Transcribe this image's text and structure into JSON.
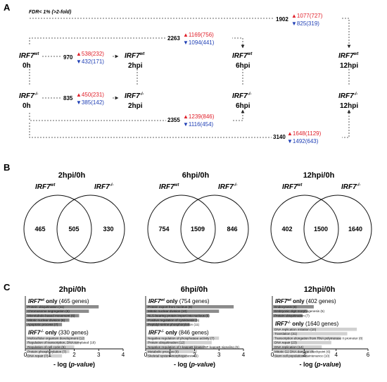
{
  "panels": {
    "A": "A",
    "B": "B",
    "C": "C"
  },
  "panel_a": {
    "fdr": "FDR< 1% (>2-fold)",
    "gene": "IRF7",
    "wt_sup": "wt",
    "ko_sup": "-/-",
    "times": [
      "0h",
      "2hpi",
      "6hpi",
      "12hpi"
    ],
    "wt_0_2": {
      "total": "970",
      "up": "538(232)",
      "down": "432(171)"
    },
    "ko_0_2": {
      "total": "835",
      "up": "450(231)",
      "down": "385(142)"
    },
    "wt_0_6": {
      "total": "2263",
      "up": "1169(756)",
      "down": "1094(441)"
    },
    "ko_0_6": {
      "total": "2355",
      "up": "1239(846)",
      "down": "1116(454)"
    },
    "wt_0_12": {
      "total": "1902",
      "up": "1077(727)",
      "down": "825(319)"
    },
    "ko_0_12": {
      "total": "3140",
      "up": "1648(1129)",
      "down": "1492(643)"
    },
    "colors": {
      "up": "#e0202a",
      "down": "#1f3fb5"
    }
  },
  "panel_b": {
    "venns": [
      {
        "title": "2hpi/0h",
        "left": "465",
        "mid": "505",
        "right": "330"
      },
      {
        "title": "6hpi/0h",
        "left": "754",
        "mid": "1509",
        "right": "846"
      },
      {
        "title": "12hpi/0h",
        "left": "402",
        "mid": "1500",
        "right": "1640"
      }
    ]
  },
  "chart_data": [
    {
      "type": "bar",
      "title": "2hpi/0h",
      "xlabel": "- log (p-value)",
      "xlim": [
        0,
        4
      ],
      "ticks": [
        "0",
        "1",
        "2",
        "3",
        "4"
      ],
      "groups": [
        {
          "label": "only (465 genes)",
          "categories": [
            "Protein ubiquitination (11)",
            "Chromosome segregation (6)",
            "Microtubule-based movement (6)",
            "Mitotic nuclear division (6)",
            "Apoptotic process (7)"
          ],
          "values": [
            3.0,
            2.6,
            2.2,
            1.8,
            1.5
          ]
        },
        {
          "label": "only (330 genes)",
          "categories": [
            "Multicellular organism development (12)",
            "Regulation of transcription, DNA-templated (18)",
            "Regulation of cell cycle (6)",
            "Protein phosphorylation (7)",
            "DNA repair (7)"
          ],
          "values": [
            2.4,
            2.2,
            2.0,
            1.8,
            1.5
          ]
        }
      ]
    },
    {
      "type": "bar",
      "title": "6hpi/0h",
      "xlabel": "- log (p-value)",
      "xlim": [
        0,
        4
      ],
      "ticks": [
        "0",
        "1",
        "2",
        "3",
        "4"
      ],
      "groups": [
        {
          "label": "only (754 genes)",
          "categories": [
            "Protein export from nucleus (8)",
            "Mitotic nuclear division (10)",
            "NLS-bearing protein import into nucleus (5)",
            "Positive regulation of cytokinesis (5)",
            "Peptidyl-serine phosphorylation (11)"
          ],
          "values": [
            3.6,
            3.0,
            2.6,
            2.1,
            1.8
          ]
        },
        {
          "label": "only (846 genes)",
          "categories": [
            "Negative regulation of phosphatase activity (7)",
            "Protein ubiquitination (12)",
            "Negative regulation of I-kappaB kinase/NF-kappaB signaling (5)",
            "Metabolic process (8)",
            "Skeletal system morphogenesis (5)"
          ],
          "values": [
            3.0,
            2.7,
            2.4,
            2.1,
            1.7
          ]
        }
      ]
    },
    {
      "type": "bar",
      "title": "12hpi/0h",
      "xlabel": "- log (p-value)",
      "xlim": [
        0,
        6
      ],
      "ticks": [
        "0",
        "2",
        "4",
        "6"
      ],
      "groups": [
        {
          "label": "only (402 genes)",
          "categories": [
            "Endocytosis (6)",
            "Embryonic digit morphogenesis (5)",
            "Protein ubiquitination (7)"
          ],
          "values": [
            2.6,
            2.2,
            1.9
          ]
        },
        {
          "label": "only (1640 genes)",
          "categories": [
            "DNA replication initiation (10)",
            "Translation (31)",
            "Transcription elongation from RNA polymerase II promoter (8)",
            "DNA repair (23)",
            "DNA replication (14)",
            "Mitotic G2 DNA damage checkpoint (6)",
            "Stem cell population maintenance (10)"
          ],
          "values": [
            5.3,
            4.7,
            4.3,
            3.7,
            3.1,
            2.6,
            2.2
          ]
        }
      ]
    }
  ]
}
